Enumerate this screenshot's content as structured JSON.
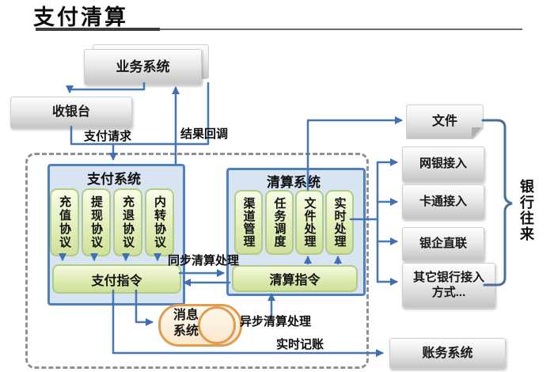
{
  "header": {
    "title": "支付清算"
  },
  "nodes": {
    "business_system": {
      "label": "业务系统"
    },
    "cashier": {
      "label": "收银台"
    },
    "payment_system": {
      "title": "支付系统",
      "protocols": [
        "充值协议",
        "提现协议",
        "充退协议",
        "内转协议"
      ],
      "instruction": "支付指令"
    },
    "settlement_system": {
      "title": "清算系统",
      "modules": [
        "渠道管理",
        "任务调度",
        "文件处理",
        "实时处理"
      ],
      "instruction": "清算指令"
    },
    "message_system": {
      "line1": "消息",
      "line2": "系统"
    },
    "file_node": {
      "label": "文件"
    },
    "bank_channels": [
      "网银接入",
      "卡通接入",
      "银企直联",
      "其它银行接入方式..."
    ],
    "accounting_system": {
      "label": "账务系统"
    },
    "bank_relations": {
      "label": "银行往来"
    }
  },
  "edge_labels": {
    "payment_request": "支付请求",
    "result_callback": "结果回调",
    "sync_settlement": "同步清算处理",
    "async_settlement": "异步清算处理",
    "realtime_bookkeeping": "实时记账"
  },
  "colors": {
    "connector_blue": "#4576b5",
    "system_box_fill": "#d9e4f2",
    "system_box_border": "#4f81bd",
    "green_box_fill": "#e3eebb",
    "green_box_border": "#b2cb84",
    "gray_box_gradient_bottom": "#c5c5c5",
    "message_fill": "#fbe7cd",
    "message_border": "#e09c50",
    "dashed_border": "#909090",
    "brace_color": "#4a6e96"
  }
}
